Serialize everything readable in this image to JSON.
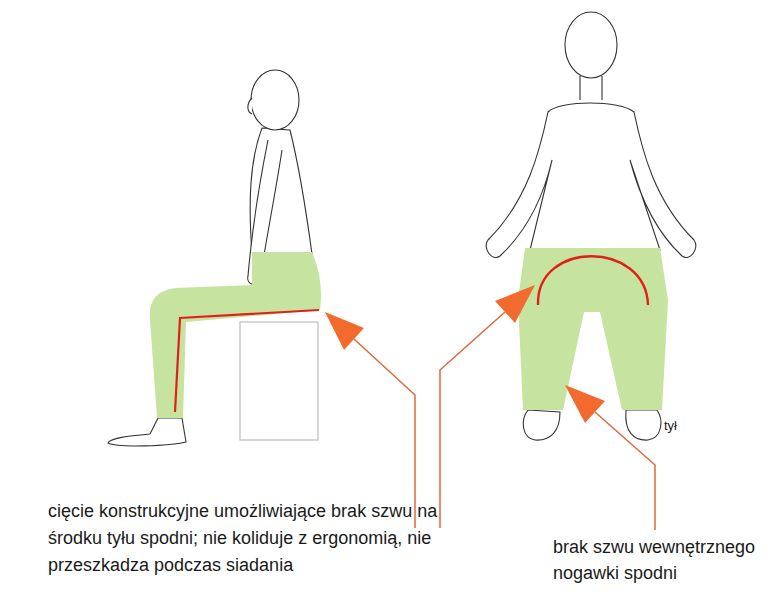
{
  "diagram": {
    "labels": [
      "cięcie konstrukcyjne umożliwiające brak szwu na środku tyłu spodni; nie koliduje z ergonomią, nie przeszkadza podczas siadania",
      "brak szwu wewnętrznego nogawki spodni",
      "tył"
    ]
  }
}
